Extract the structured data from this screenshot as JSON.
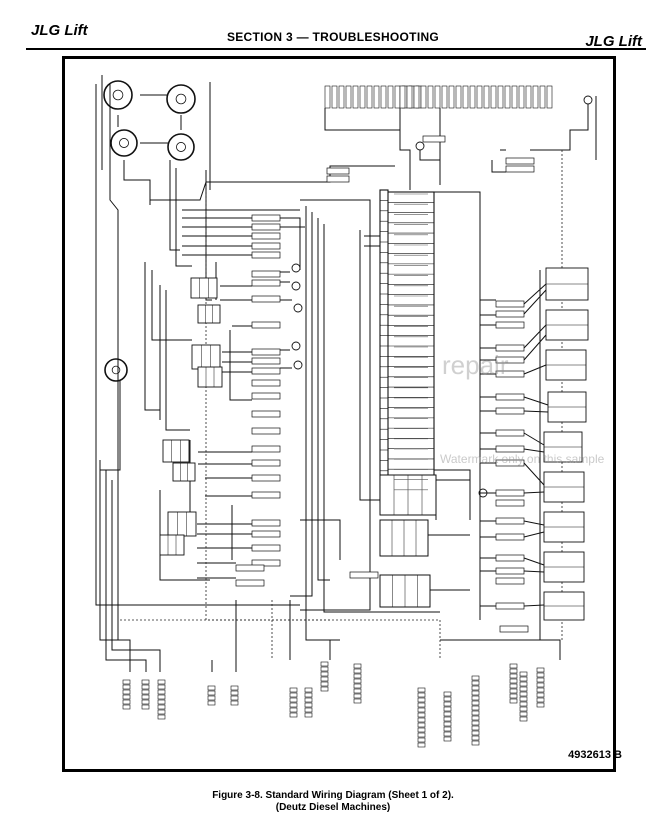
{
  "header": {
    "brand_left": "JLG Lift",
    "section_title": "SECTION 3 — TROUBLESHOOTING",
    "brand_right": "JLG Lift"
  },
  "diagram": {
    "document_number": "4932613 B"
  },
  "watermark": {
    "text": "repair",
    "sub": "Watermark only on this sample"
  },
  "caption": {
    "line1": "Figure 3-8. Standard Wiring Diagram (Sheet 1 of 2).",
    "line2": "(Deutz Diesel Machines)"
  }
}
